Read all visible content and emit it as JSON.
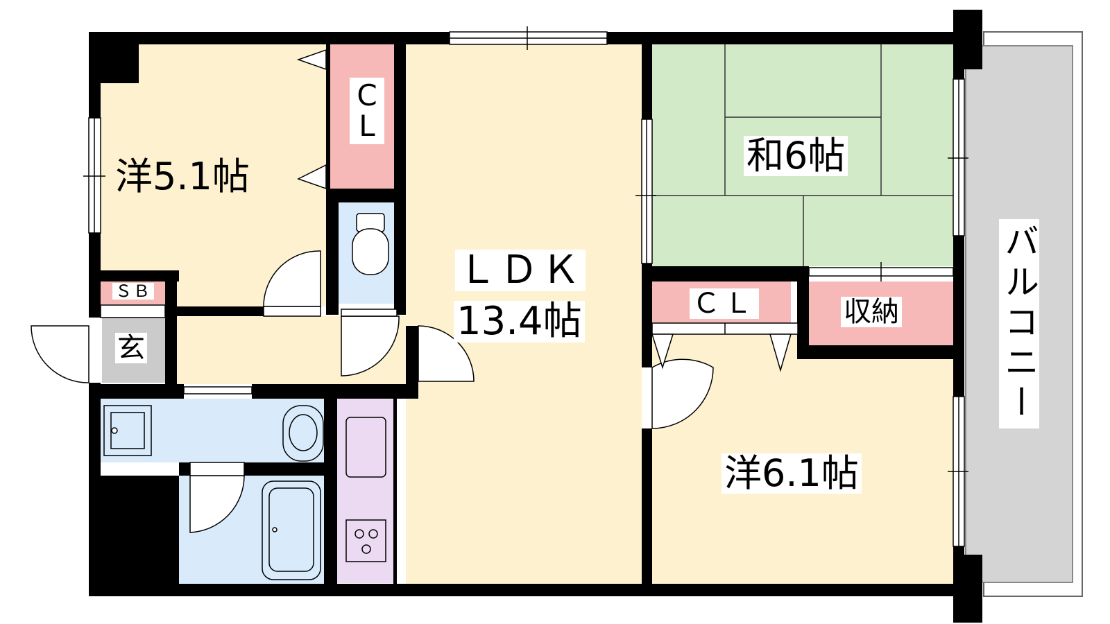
{
  "rooms": {
    "western_1": "洋5.1帖",
    "closet_1": "C\nL",
    "shoe_box": "ＳＢ",
    "entrance": "玄",
    "ldk_name": "ＬＤＫ",
    "ldk_size": "13.4帖",
    "japanese": "和6帖",
    "closet_2": "ＣＬ",
    "storage": "収納",
    "western_2": "洋6.1帖",
    "balcony": "バルコニー"
  },
  "colors": {
    "western": "#fdf1cf",
    "japanese": "#d3eac9",
    "closet": "#f7b9b8",
    "water": "#d9ebfb",
    "kitchen": "#ecdaf3",
    "balcony": "#d4d4d4",
    "entrance": "#cbcbcb",
    "wall": "#000000"
  }
}
